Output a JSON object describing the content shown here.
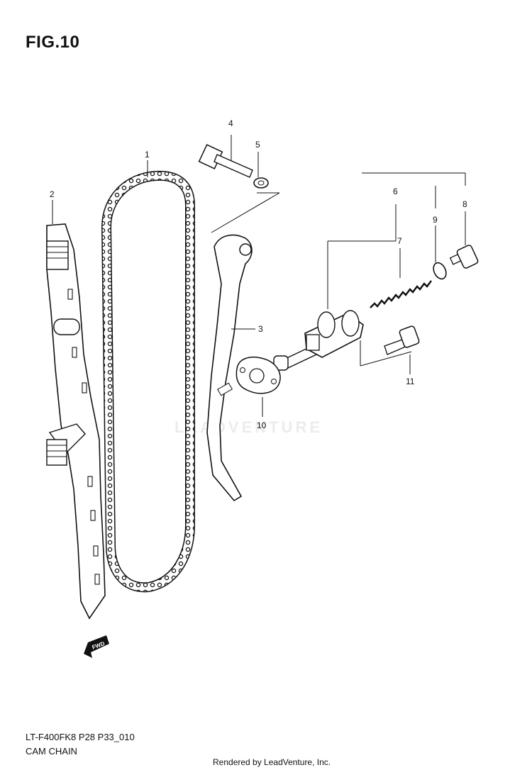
{
  "figure": {
    "title": "FIG.10"
  },
  "watermark": "LEADVENTURE",
  "callouts": [
    {
      "id": "1",
      "text": "1"
    },
    {
      "id": "2",
      "text": "2"
    },
    {
      "id": "3",
      "text": "3"
    },
    {
      "id": "4",
      "text": "4"
    },
    {
      "id": "5",
      "text": "5"
    },
    {
      "id": "6",
      "text": "6"
    },
    {
      "id": "7",
      "text": "7"
    },
    {
      "id": "8",
      "text": "8"
    },
    {
      "id": "9",
      "text": "9"
    },
    {
      "id": "10",
      "text": "10"
    },
    {
      "id": "11",
      "text": "11"
    }
  ],
  "fwd_marker": "FWD",
  "footer": {
    "model_code": "LT-F400FK8 P28 P33_010",
    "diagram_name": "CAM CHAIN",
    "rendered_by": "Rendered by LeadVenture, Inc."
  }
}
